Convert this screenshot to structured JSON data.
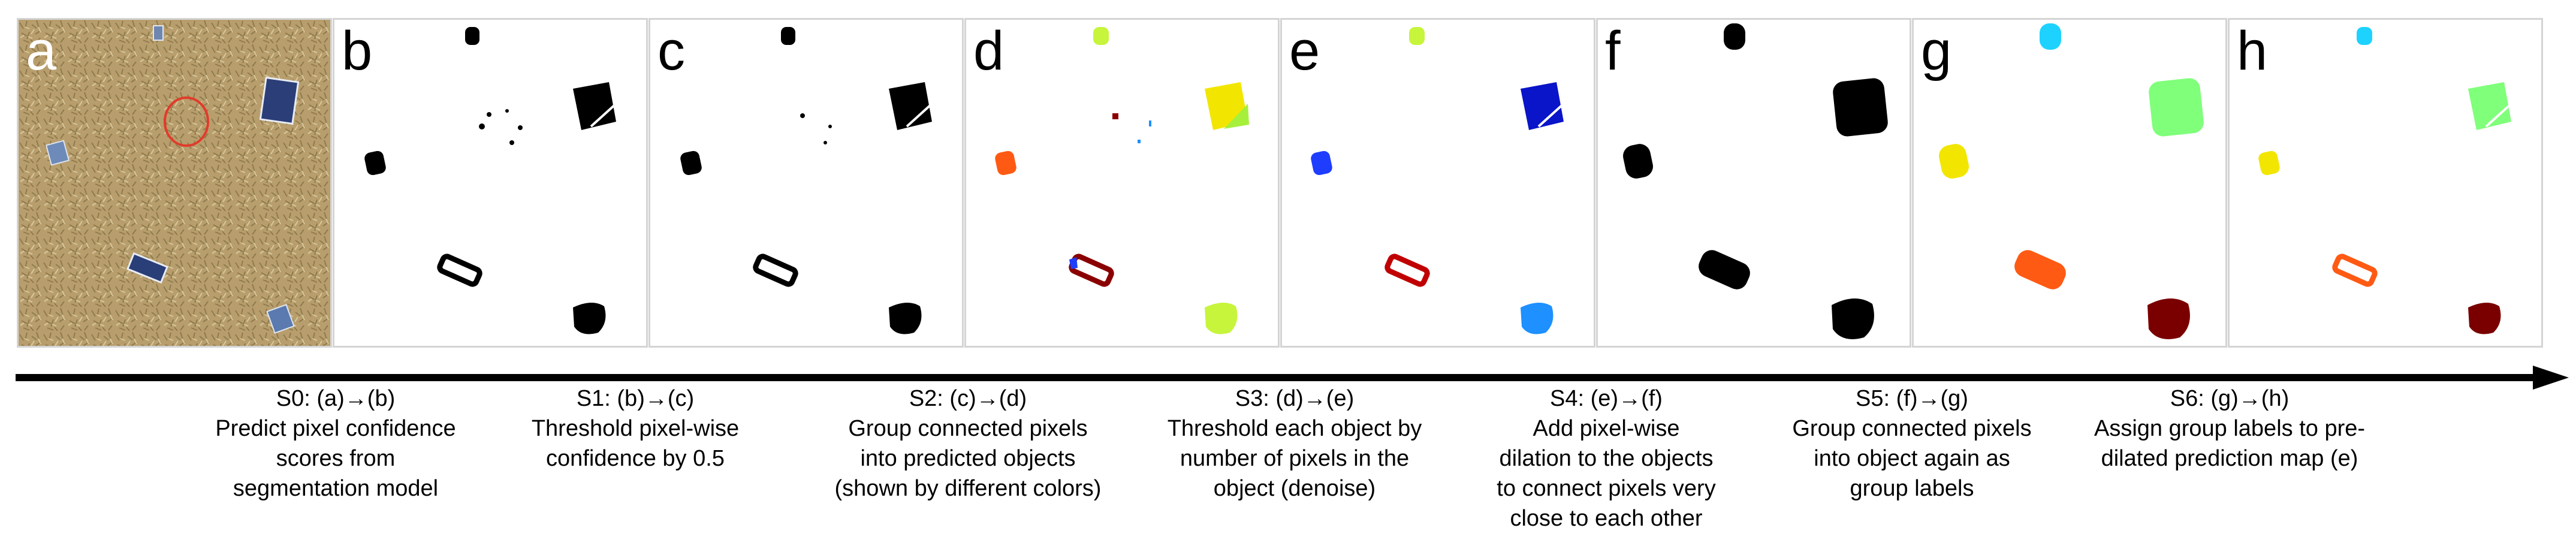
{
  "panels": [
    {
      "id": "a",
      "label": "a",
      "kind": "aerial-photo"
    },
    {
      "id": "b",
      "label": "b",
      "kind": "confidence-map"
    },
    {
      "id": "c",
      "label": "c",
      "kind": "thresholded-map"
    },
    {
      "id": "d",
      "label": "d",
      "kind": "grouped-objects"
    },
    {
      "id": "e",
      "label": "e",
      "kind": "denoised-objects"
    },
    {
      "id": "f",
      "label": "f",
      "kind": "dilated-map"
    },
    {
      "id": "g",
      "label": "g",
      "kind": "group-labels"
    },
    {
      "id": "h",
      "label": "h",
      "kind": "final-labels"
    }
  ],
  "steps": [
    {
      "title": "S0: (a)→(b)",
      "lines": [
        "Predict pixel confidence",
        "scores from",
        "segmentation model"
      ]
    },
    {
      "title": "S1: (b)→(c)",
      "lines": [
        "Threshold pixel-wise",
        "confidence by 0.5"
      ]
    },
    {
      "title": "S2: (c)→(d)",
      "lines": [
        "Group connected pixels",
        "into predicted objects",
        "(shown by different colors)"
      ]
    },
    {
      "title": "S3: (d)→(e)",
      "lines": [
        "Threshold each object by",
        "number of pixels in the",
        "object (denoise)"
      ]
    },
    {
      "title": "S4: (e)→(f)",
      "lines": [
        "Add pixel-wise",
        "dilation to the objects",
        "to connect pixels very",
        "close to each other"
      ]
    },
    {
      "title": "S5: (f)→(g)",
      "lines": [
        "Group connected pixels",
        "into object again as",
        "group labels"
      ]
    },
    {
      "title": "S6: (g)→(h)",
      "lines": [
        "Assign group labels to pre-",
        "dilated prediction map (e)"
      ]
    }
  ],
  "colors": {
    "object": "#000000",
    "yellow": "#f2e600",
    "light_green": "#7fff7a",
    "lime": "#c6f53c",
    "orange": "#ff5a14",
    "dark_red": "#7a0000",
    "red": "#c00000",
    "blue": "#1f3dff",
    "navy": "#0a14c8",
    "azure": "#1e90ff",
    "cyan": "#1ed2ff",
    "grass": "#b59c6a"
  }
}
